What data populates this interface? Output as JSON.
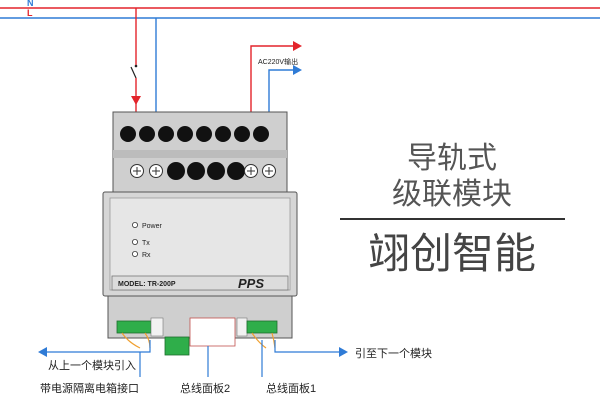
{
  "mains": {
    "n_label": "N",
    "l_label": "L"
  },
  "output_label": "AC220V输出",
  "module": {
    "leds": [
      {
        "label": "Power"
      },
      {
        "label": "Tx"
      },
      {
        "label": "Rx"
      }
    ],
    "model": "MODEL: TR-200P",
    "brand": "PPS"
  },
  "callouts": {
    "from_previous": "从上一个模块引入",
    "power_isolation": "带电源隔离电箱接口",
    "bus_panel_2": "总线面板2",
    "bus_panel_1": "总线面板1",
    "to_next": "引至下一个模块"
  },
  "title": {
    "line1": "导轨式",
    "line2": "级联模块",
    "company": "翊创智能"
  },
  "colors": {
    "live": "#e3242b",
    "neutral": "#2f7bd6",
    "terminal_green": "#2fae4a",
    "cable": "#f0a030",
    "bus": "#2f7bd6"
  }
}
